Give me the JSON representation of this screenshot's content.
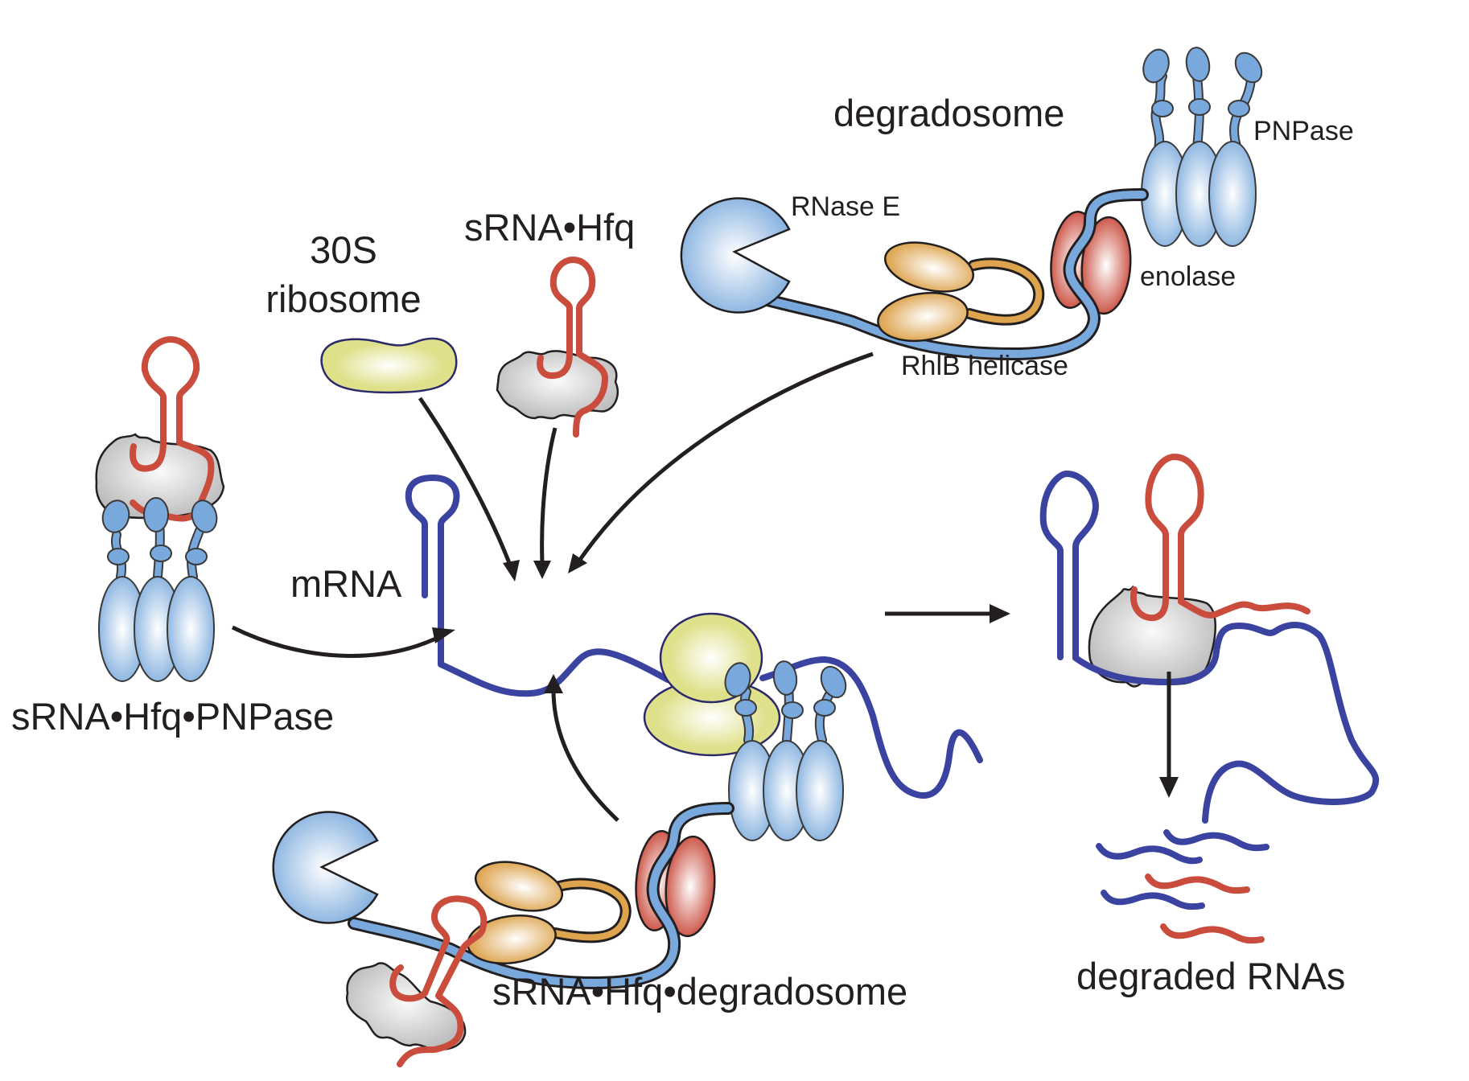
{
  "figure": {
    "title": "sRNA-mediated mRNA regulation by Hfq and the degradosome",
    "colors": {
      "mrna": "#3a43a0",
      "srna": "#c94c3d",
      "protein_blue": "#79a9dc",
      "hfq_gray": "#c8c8c8",
      "ribosome_yellow": "#dfe08a",
      "helicase_orange": "#dda34d",
      "enolase_red": "#c94c3d",
      "arrow": "#231f20"
    }
  },
  "labels": {
    "degradosome": "degradosome",
    "pnpase": "PNPase",
    "rnase_e": "RNase E",
    "enolase": "enolase",
    "rhlb_helicase": "RhlB helicase",
    "ribosome_30s_line1": "30S",
    "ribosome_30s_line2": "ribosome",
    "srna_hfq": "sRNA•Hfq",
    "mrna": "mRNA",
    "srna_hfq_pnpase": "sRNA•Hfq•PNPase",
    "srna_hfq_degradosome": "sRNA•Hfq•degradosome",
    "degraded_rnas": "degraded RNAs"
  },
  "components": [
    {
      "id": "degradosome",
      "parts": [
        "RNase E",
        "RhlB helicase",
        "enolase",
        "PNPase"
      ]
    },
    {
      "id": "30S ribosome"
    },
    {
      "id": "sRNA•Hfq"
    },
    {
      "id": "sRNA•Hfq•PNPase"
    },
    {
      "id": "mRNA"
    },
    {
      "id": "sRNA•Hfq•degradosome"
    },
    {
      "id": "degraded RNAs"
    }
  ],
  "edges": [
    {
      "from": "30S ribosome",
      "to": "mRNA"
    },
    {
      "from": "sRNA•Hfq",
      "to": "mRNA"
    },
    {
      "from": "degradosome",
      "to": "mRNA"
    },
    {
      "from": "sRNA•Hfq•PNPase",
      "to": "mRNA"
    },
    {
      "from": "sRNA•Hfq•degradosome",
      "to": "mRNA"
    },
    {
      "from": "mRNA",
      "to": "sRNA•Hfq•mRNA complex"
    },
    {
      "from": "sRNA•Hfq•mRNA complex",
      "to": "degraded RNAs"
    }
  ]
}
